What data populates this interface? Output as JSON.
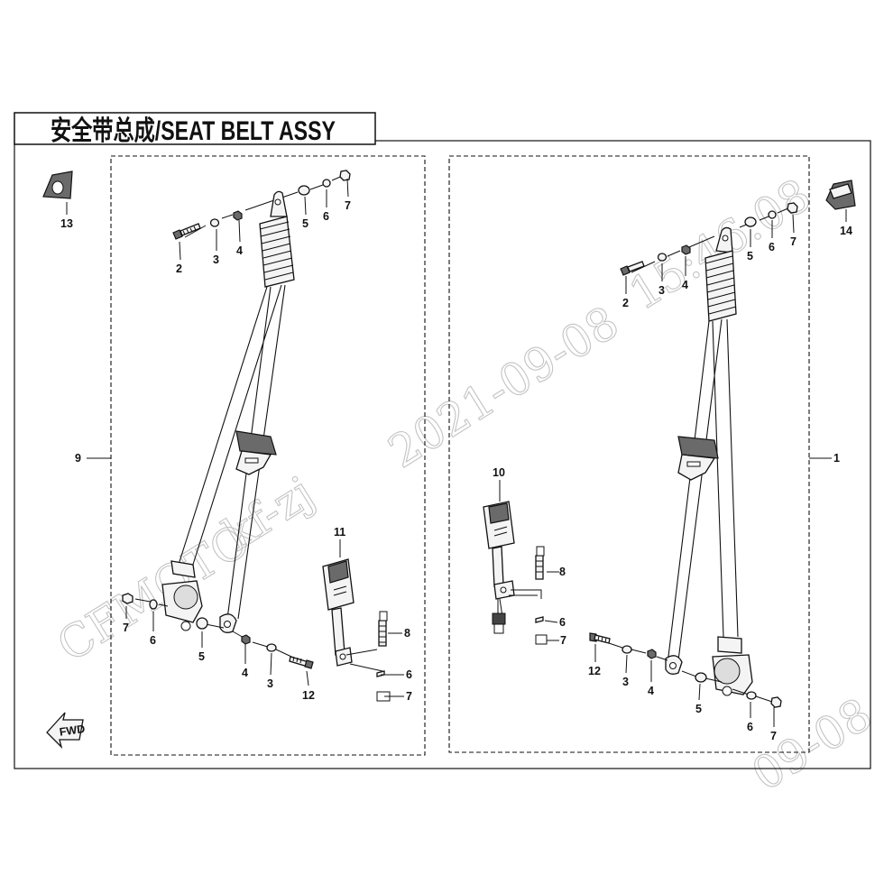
{
  "title": "安全带总成/SEAT BELT ASSY",
  "left_panel_parts": [
    {
      "label": "13"
    },
    {
      "label": "2"
    },
    {
      "label": "3"
    },
    {
      "label": "4"
    },
    {
      "label": "5"
    },
    {
      "label": "6"
    },
    {
      "label": "7"
    },
    {
      "label": "9"
    },
    {
      "label": "11"
    },
    {
      "label": "8"
    },
    {
      "label": "6"
    },
    {
      "label": "7"
    },
    {
      "label": "7"
    },
    {
      "label": "6"
    },
    {
      "label": "5"
    },
    {
      "label": "4"
    },
    {
      "label": "3"
    },
    {
      "label": "12"
    }
  ],
  "right_panel_parts": [
    {
      "label": "14"
    },
    {
      "label": "2"
    },
    {
      "label": "3"
    },
    {
      "label": "4"
    },
    {
      "label": "5"
    },
    {
      "label": "6"
    },
    {
      "label": "7"
    },
    {
      "label": "1"
    },
    {
      "label": "10"
    },
    {
      "label": "8"
    },
    {
      "label": "6"
    },
    {
      "label": "7"
    },
    {
      "label": "12"
    },
    {
      "label": "3"
    },
    {
      "label": "4"
    },
    {
      "label": "5"
    },
    {
      "label": "6"
    },
    {
      "label": "7"
    }
  ],
  "watermark": {
    "date_line": "2021-09-08",
    "time_line": "15:46:08",
    "user_line": "kf-zj",
    "brand_line": "CFMOTO",
    "corner_line": "09-08"
  },
  "fwd_symbol": "FWD",
  "colors": {
    "ink": "#111111",
    "paper": "#ffffff",
    "watermark": "#c4c4c4"
  }
}
